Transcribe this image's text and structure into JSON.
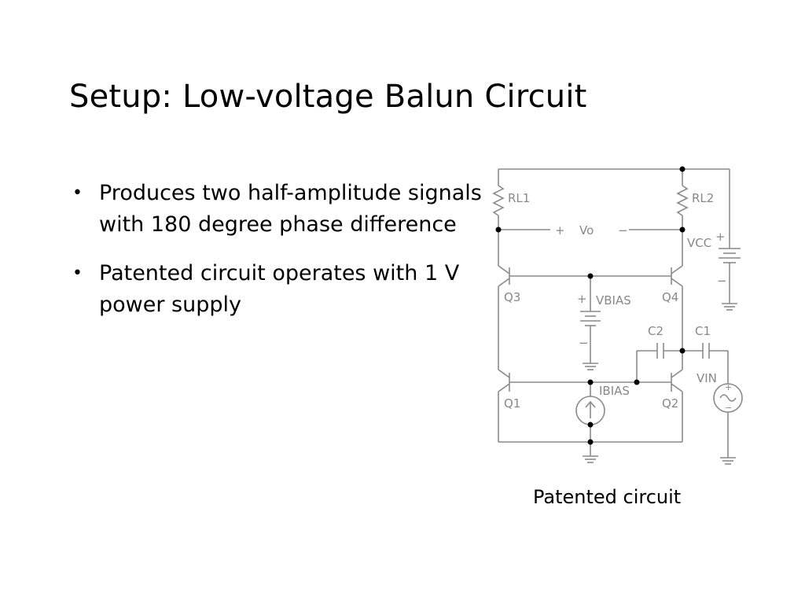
{
  "slide": {
    "title": "Setup: Low-voltage Balun Circuit",
    "bullets": [
      {
        "mark": "•",
        "text": "Produces two half-amplitude signals with 180 degree phase difference"
      },
      {
        "mark": "•",
        "text": "Patented circuit operates with 1 V power supply"
      }
    ],
    "caption": "Patented circuit"
  },
  "circuit": {
    "labels": {
      "rl1": "RL1",
      "rl2": "RL2",
      "vo_plus": "+",
      "vo": "Vo",
      "vo_minus": "−",
      "vcc": "VCC",
      "vcc_plus": "+",
      "vcc_minus": "−",
      "q3": "Q3",
      "q4": "Q4",
      "q1": "Q1",
      "q2": "Q2",
      "vbias_plus": "+",
      "vbias": "VBIAS",
      "vbias_minus": "−",
      "c2": "C2",
      "c1": "C1",
      "vin": "VIN",
      "vin_plus": "+",
      "vin_minus": "−",
      "ibias": "IBIAS"
    },
    "line_color": "#8a8a8a",
    "node_color": "#000000"
  }
}
